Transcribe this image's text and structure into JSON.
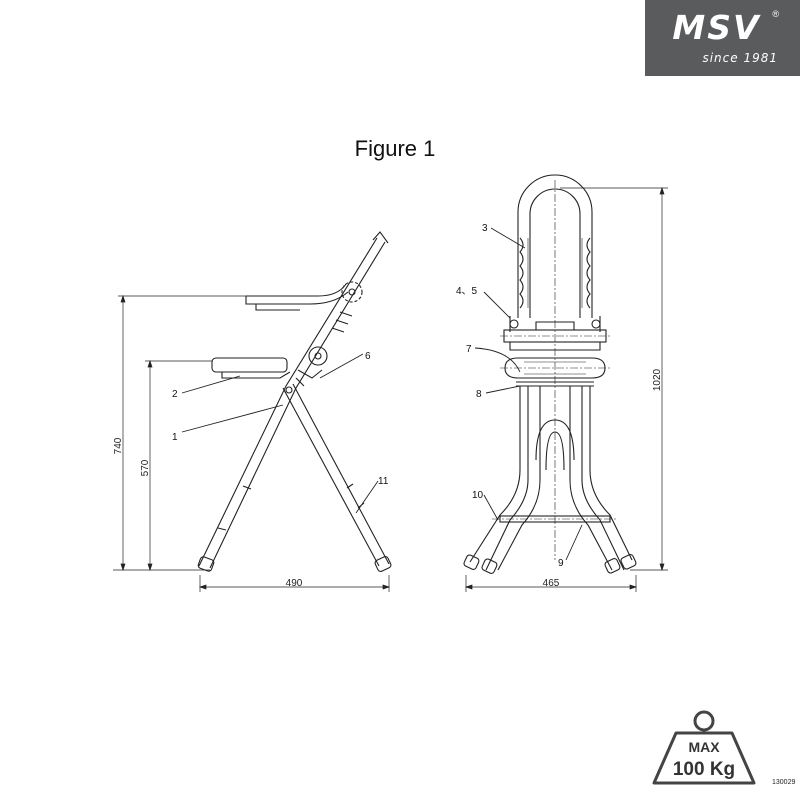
{
  "brand": {
    "name": "MSV",
    "registered": "®",
    "tagline": "since 1981"
  },
  "figure": {
    "title": "Figure 1"
  },
  "callouts": [
    "1",
    "2",
    "3",
    "4、5",
    "6",
    "7",
    "8",
    "9",
    "10",
    "11"
  ],
  "dimensions": {
    "side_height_top": "740",
    "side_height_seat": "570",
    "side_width": "490",
    "front_width": "465",
    "front_height": "1020"
  },
  "load_badge": {
    "line1": "MAX",
    "line2": "100 Kg"
  },
  "doc_code": "130029"
}
